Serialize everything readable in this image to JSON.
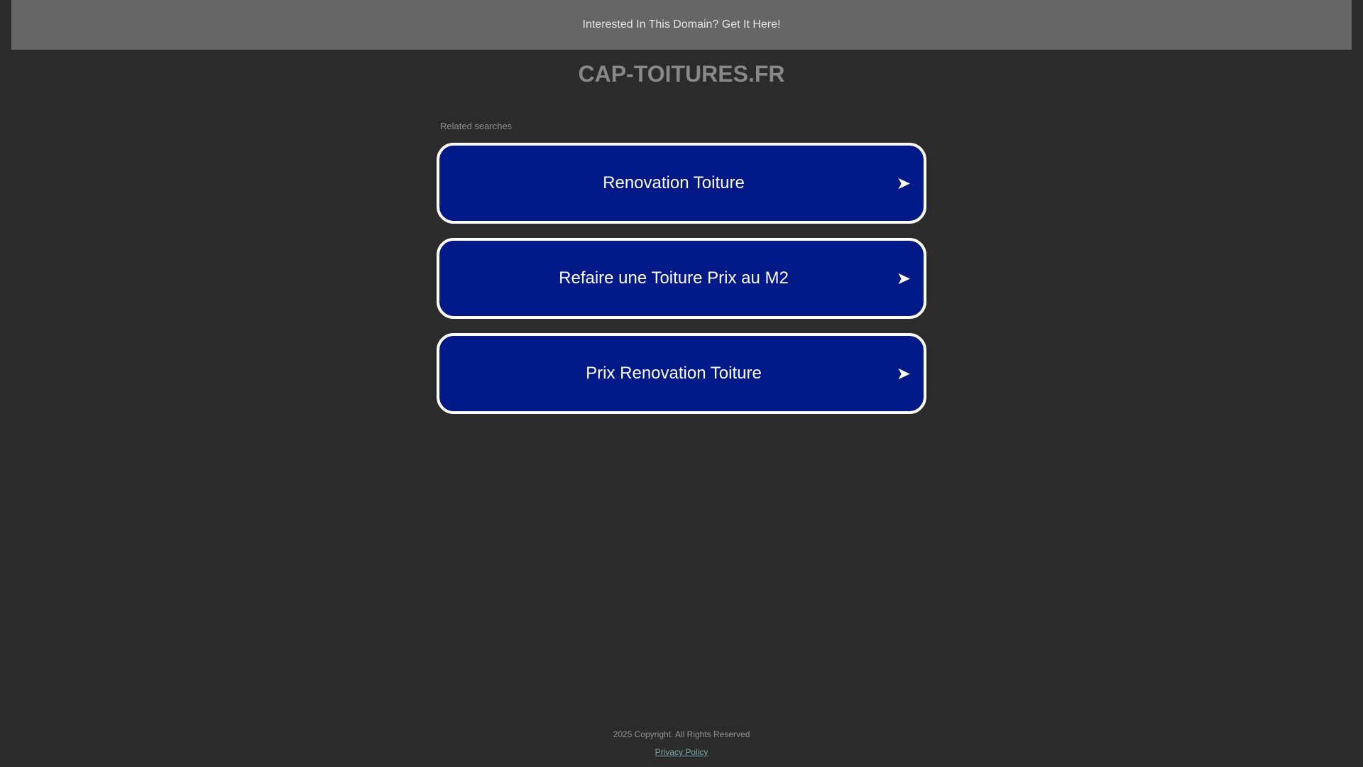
{
  "top_bar": {
    "link_label": "Interested In This Domain? Get It Here!"
  },
  "site": {
    "title": "CAP-TOITURES.FR"
  },
  "related_searches": {
    "label": "Related searches",
    "items": [
      {
        "label": "Renovation Toiture",
        "icon": "arrow-right-icon"
      },
      {
        "label": "Refaire une Toiture Prix au M2",
        "icon": "arrow-right-icon"
      },
      {
        "label": "Prix Renovation Toiture",
        "icon": "arrow-right-icon"
      }
    ],
    "arrow_glyph": "➤"
  },
  "footer": {
    "copyright": "2025 Copyright. All Rights Reserved",
    "privacy_label": "Privacy Policy"
  },
  "colors": {
    "page_background": "#2b2b2b",
    "top_bar_background": "#666666",
    "button_background": "#011887",
    "button_border": "#ffffff",
    "title_text": "#888888",
    "privacy_link": "#7aa6a6"
  }
}
